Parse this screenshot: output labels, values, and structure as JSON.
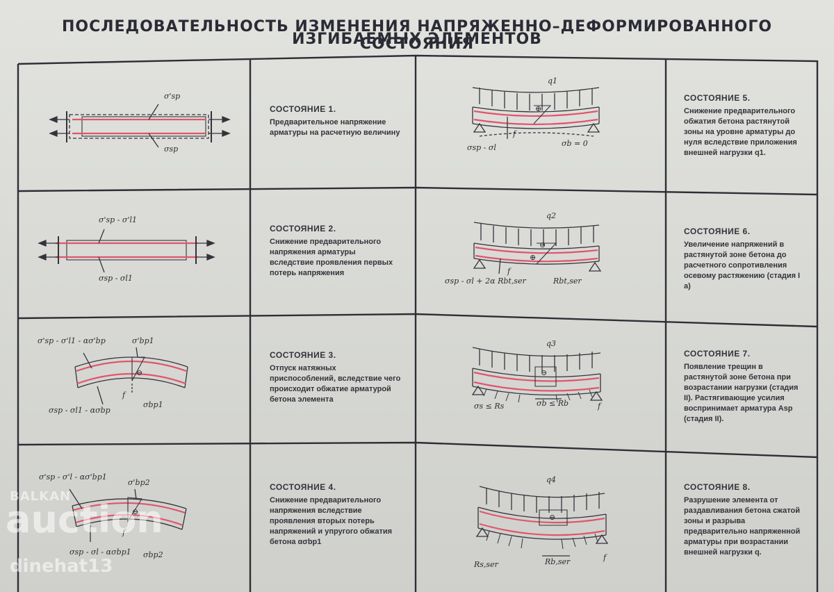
{
  "poster": {
    "title_line1": "ПОСЛЕДОВАТЕЛЬНОСТЬ ИЗМЕНЕНИЯ НАПРЯЖЕННО–ДЕФОРМИРОВАННОГО СОСТОЯНИЯ",
    "title_line2": "ИЗГИБАЕМЫХ ЭЛЕМЕНТОВ"
  },
  "states": [
    {
      "heading": "СОСТОЯНИЕ 1.",
      "body": "Предварительное напряжение арматуры на расчетную величину"
    },
    {
      "heading": "СОСТОЯНИЕ 2.",
      "body": "Снижение предварительного напряжения арматуры вследствие проявления первых потерь напряжения"
    },
    {
      "heading": "СОСТОЯНИЕ 3.",
      "body": "Отпуск натяжных приспособлений, вследствие чего происходит обжатие арматурой бетона элемента"
    },
    {
      "heading": "СОСТОЯНИЕ 4.",
      "body": "Снижение предварительного напряжения вследствие проявления вторых потерь напряжений и упругого обжатия бетона ασbp1"
    },
    {
      "heading": "СОСТОЯНИЕ 5.",
      "body": "Снижение предварительного обжатия бетона растянутой зоны на уровне арматуры до нуля вследствие приложения внешней нагрузки q1."
    },
    {
      "heading": "СОСТОЯНИЕ 6.",
      "body": "Увеличение напряжений в растянутой зоне бетона до расчетного сопротивления осевому растяжению (стадия I a)"
    },
    {
      "heading": "СОСТОЯНИЕ 7.",
      "body": "Появление трещин в растянутой зоне бетона при возрастании нагрузки (стадия II). Растягивающие усилия воспринимает арматура Asp (стадия II)."
    },
    {
      "heading": "СОСТОЯНИЕ 8.",
      "body": "Разрушение элемента от раздавливания бетона сжатой зоны и разрыва предварительно напряженной арматуры при возрастании внешней нагрузки q."
    }
  ],
  "labels": {
    "s1_top": "σ'sp",
    "s1_bot": "σsp",
    "s2_top": "σ'sp - σ'l1",
    "s2_bot": "σsp - σl1",
    "s3_top": "σ'sp - σ'l1 - ασ'bp",
    "s3_right": "σ'bp1",
    "s3_bot": "σsp - σl1 - ασbp",
    "s3_bot_r": "σbp1",
    "s3_f": "f",
    "s4_top": "σ'sp - σ'l - ασ'bp1",
    "s4_right": "σ'bp2",
    "s4_bot": "σsp - σl - ασbp1",
    "s4_bot_r": "σbp2",
    "s4_f": "f",
    "s5_q": "q1",
    "s5_f": "f",
    "s5_bl": "σsp - σl",
    "s5_br": "σb = 0",
    "s6_q": "q2",
    "s6_f": "f",
    "s6_bl": "σsp - σl + 2α Rbt,ser",
    "s6_br": "Rbt,ser",
    "s7_q": "q3",
    "s7_f": "f",
    "s7_bl": "σs ≤ Rs",
    "s7_bm": "σb ≤ Rb",
    "s8_q": "q4",
    "s8_f": "f",
    "s8_bl": "Rs,ser",
    "s8_bm": "Rb,ser",
    "sign_minus": "⊖",
    "sign_plus": "⊕"
  },
  "watermark": {
    "brand": "BALKAN",
    "word": "auction",
    "user": "dinehat13"
  },
  "colors": {
    "paper": "#dcddd9",
    "ink": "#2a2a30",
    "tendon": "#e0566b",
    "line": "#33333a"
  }
}
